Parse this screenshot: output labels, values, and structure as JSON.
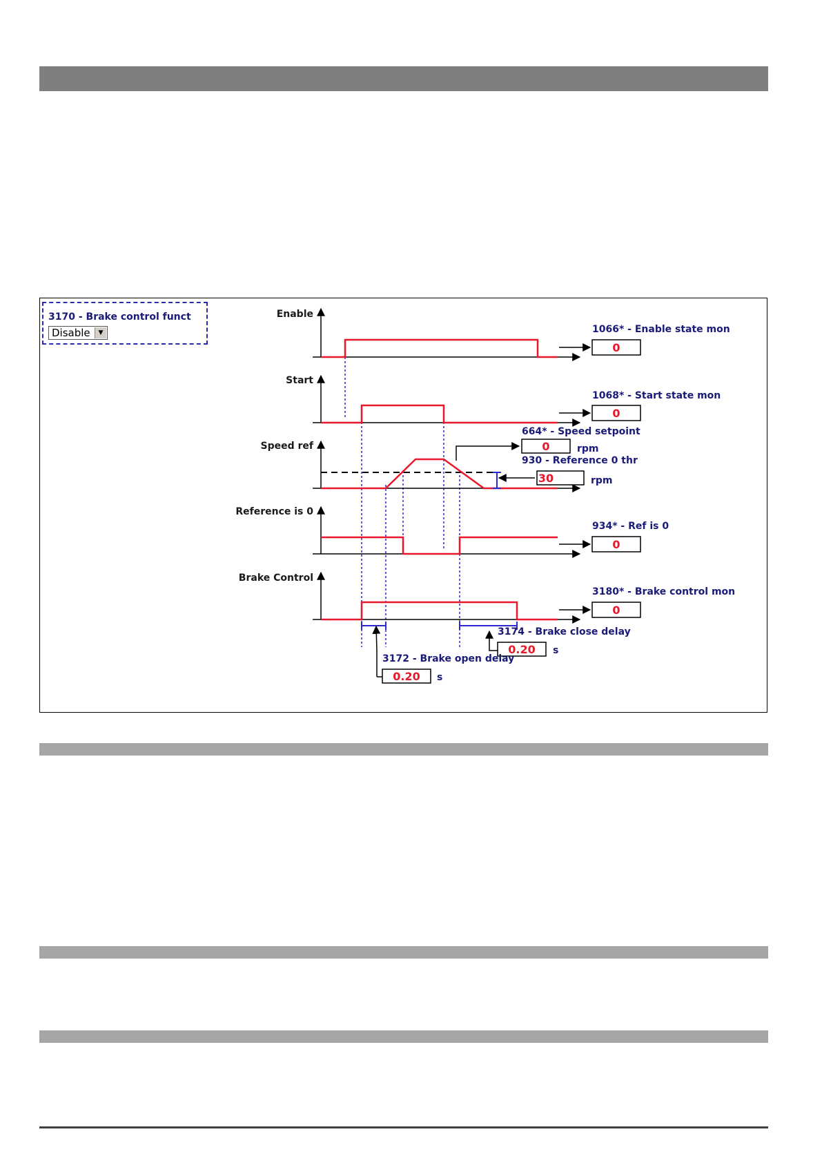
{
  "function_select": {
    "title": "3170 - Brake control funct",
    "value": "Disable"
  },
  "signals": {
    "enable": "Enable",
    "start": "Start",
    "speed_ref": "Speed ref",
    "ref_is_0": "Reference is 0",
    "brake_control": "Brake Control"
  },
  "monitors": {
    "enable_state": {
      "label": "1066* - Enable state mon",
      "value": "0"
    },
    "start_state": {
      "label": "1068* - Start state mon",
      "value": "0"
    },
    "speed_setpoint": {
      "label": "664* - Speed setpoint",
      "value": "0",
      "unit": "rpm"
    },
    "reference_thr": {
      "label": "930 - Reference 0 thr",
      "value": "30",
      "unit": "rpm"
    },
    "ref_is_0": {
      "label": "934* - Ref is 0",
      "value": "0"
    },
    "brake_control": {
      "label": "3180* - Brake control mon",
      "value": "0"
    },
    "brake_close_delay": {
      "label": "3174 - Brake close delay",
      "value": "0.20",
      "unit": "s"
    },
    "brake_open_delay": {
      "label": "3172 - Brake open delay",
      "value": "0.20",
      "unit": "s"
    }
  },
  "colors": {
    "signal": "#e8182a",
    "guide": "#2a2ad0",
    "axis": "#000000",
    "header_bar": "#7f7f7f",
    "section_bar": "#a6a6a6"
  }
}
